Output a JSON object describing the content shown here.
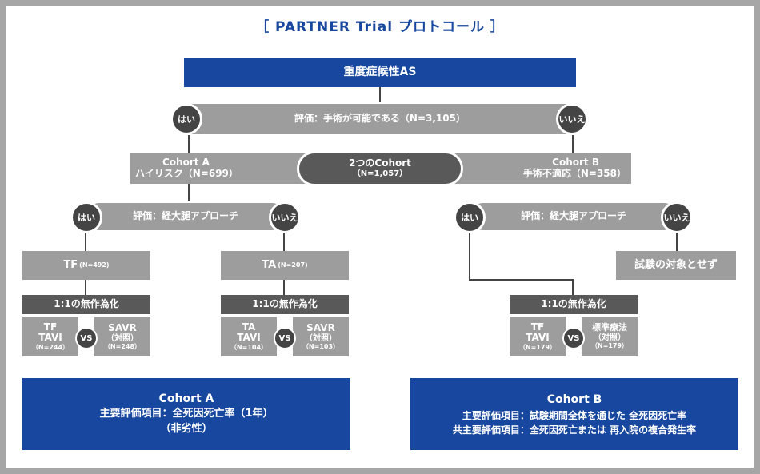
{
  "title": "［ PARTNER Trial プロトコール ］",
  "root": "重度症候性AS",
  "eval1": "評価：手術が可能である（N=3,105）",
  "yes": "はい",
  "no": "いいえ",
  "two_cohorts": {
    "line1": "2つのCohort",
    "line2": "（N=1,057）"
  },
  "cohort_a": {
    "line1": "Cohort A",
    "line2": "ハイリスク（N=699）"
  },
  "cohort_b": {
    "line1": "Cohort B",
    "line2": "手術不適応（N=358）"
  },
  "eval2": "評価：経大腿アプローチ",
  "tf": {
    "label": "TF",
    "n": "(N=492)"
  },
  "ta": {
    "label": "TA",
    "n": "(N=207)"
  },
  "not_studied": "試験の対象とせず",
  "randomize": "1:1の無作為化",
  "vs": "VS",
  "arms": {
    "tf_tavi": {
      "l1": "TF",
      "l2": "TAVI",
      "n": "（N=244）"
    },
    "savr_a": {
      "l1": "SAVR",
      "l2": "（対照）",
      "n": "（N=248）"
    },
    "ta_tavi": {
      "l1": "TA",
      "l2": "TAVI",
      "n": "（N=104）"
    },
    "savr_b": {
      "l1": "SAVR",
      "l2": "（対照）",
      "n": "（N=103）"
    },
    "b_tavi": {
      "l1": "TF",
      "l2": "TAVI",
      "n": "（N=179）"
    },
    "standard": {
      "l1": "標準療法",
      "l2": "（対照）",
      "n": "（N=179）"
    }
  },
  "summary_a": {
    "title": "Cohort A",
    "line1": "主要評価項目：全死因死亡率（1年）",
    "line2": "（非劣性）"
  },
  "summary_b": {
    "title": "Cohort B",
    "line1": "主要評価項目：試験期間全体を通じた 全死因死亡率",
    "line2": "共主要評価項目：全死因死亡または 再入院の複合発生率"
  },
  "colors": {
    "blue": "#17479e",
    "grey": "#9d9d9d",
    "dark": "#595959",
    "circle": "#444444",
    "frame": "#a6a6a6"
  }
}
